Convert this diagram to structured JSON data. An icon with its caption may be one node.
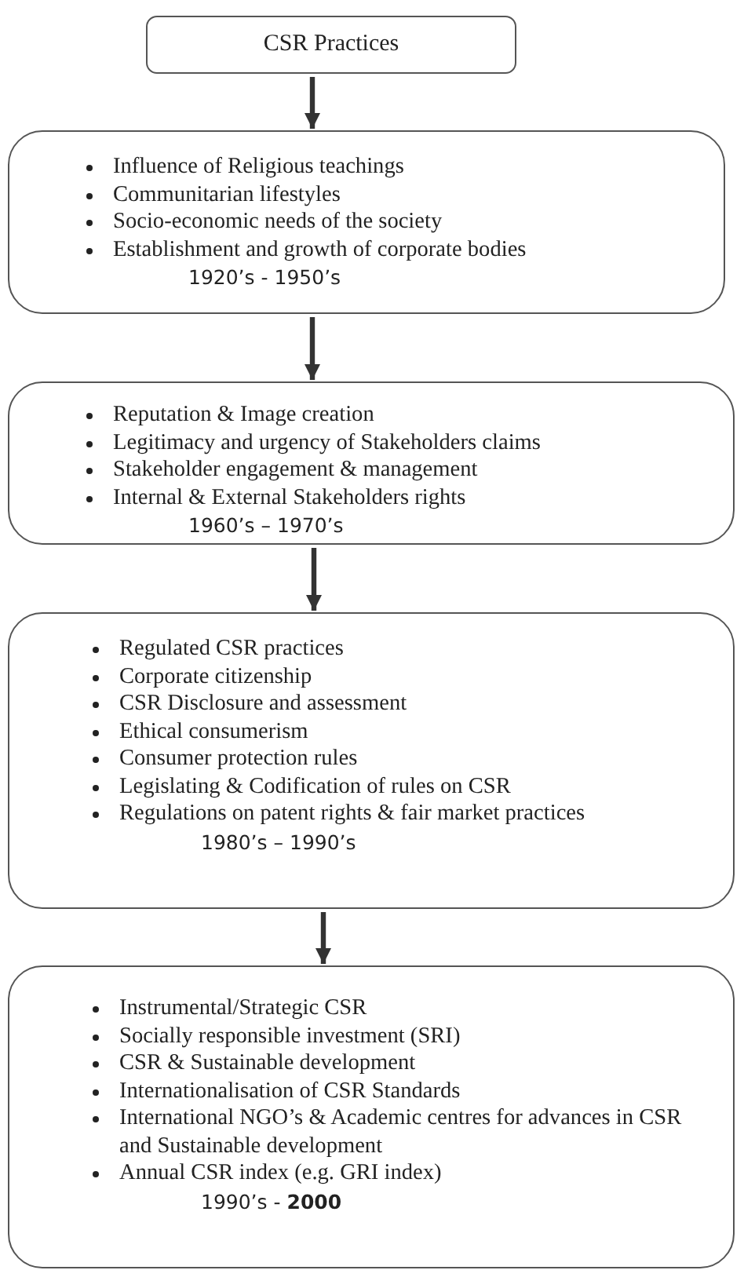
{
  "diagram": {
    "nodes": [
      {
        "text": [
          "CSR Practices"
        ]
      },
      {
        "text": [
          "Influence of Religious teachings",
          "Communitarian lifestyles",
          "Socio-economic needs of the society",
          "Establishment and growth of corporate bodies",
          "1920’s - 1950’s"
        ]
      },
      {
        "text": [
          "Reputation & Image creation",
          "Legitimacy and urgency of Stakeholders claims",
          "Stakeholder engagement & management",
          "Internal & External Stakeholders rights",
          "1960’s – 1970’s"
        ]
      },
      {
        "text": [
          "Regulated CSR practices",
          "Corporate citizenship",
          "CSR Disclosure and assessment",
          "Ethical consumerism",
          "Consumer protection rules",
          "Legislating & Codification of rules on CSR",
          "Regulations on patent rights & fair market practices",
          "1980’s – 1990’s"
        ]
      },
      {
        "text": [
          "Instrumental/Strategic CSR",
          "Socially responsible investment (SRI)",
          "CSR & Sustainable development",
          "Internationalisation of CSR Standards",
          "International NGO’s & Academic centres for advances in CSR and Sustainable development",
          "Annual CSR index (e.g. GRI index)",
          "1990’s - **2000**"
        ]
      }
    ],
    "edges": [
      {
        "from": 0,
        "to": 1,
        "arrow": "to"
      },
      {
        "from": 1,
        "to": 2,
        "arrow": "to"
      },
      {
        "from": 2,
        "to": 3,
        "arrow": "to"
      },
      {
        "from": 3,
        "to": 4,
        "arrow": "to"
      }
    ]
  }
}
